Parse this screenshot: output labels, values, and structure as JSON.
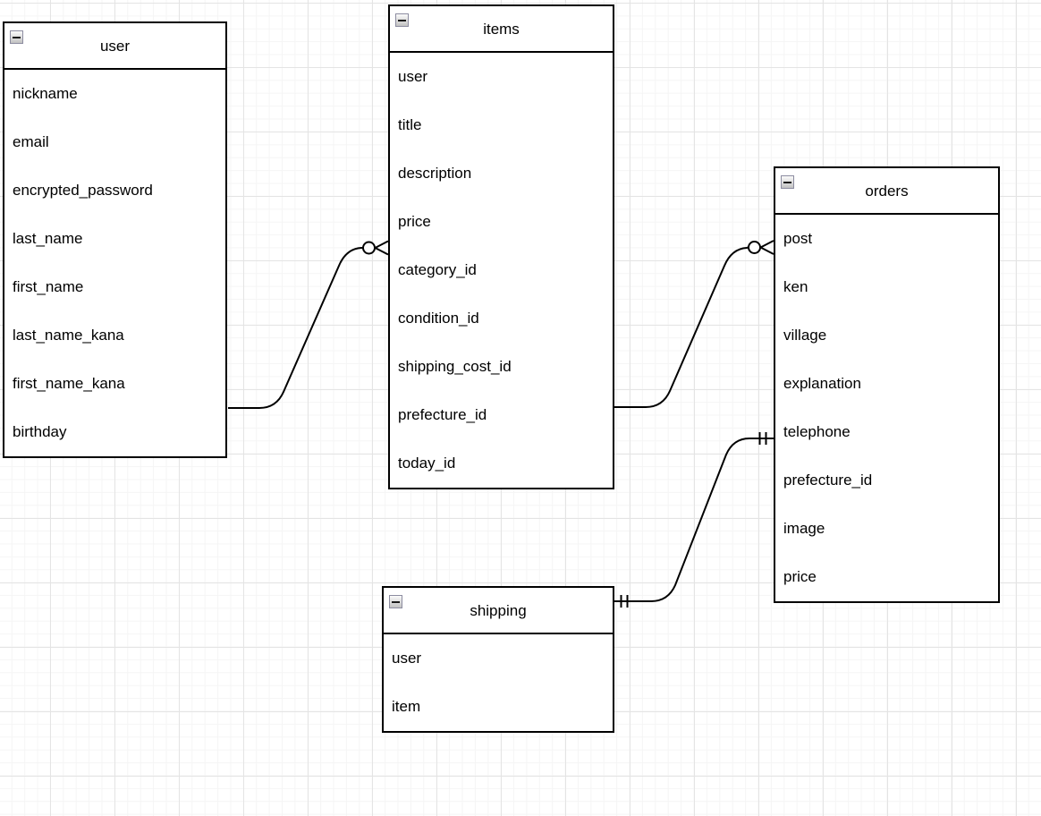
{
  "canvas": {
    "background_color": "#ffffff",
    "grid_minor_color": "#f5f5f5",
    "grid_major_color": "#e4e4e4",
    "stroke_color": "#000000",
    "entity_fill_color": "#ffffff"
  },
  "icons": {
    "collapse": "minus-icon"
  },
  "entities": [
    {
      "title": "user",
      "fields": [
        "nickname",
        "email",
        "encrypted_password",
        "last_name",
        "first_name",
        "last_name_kana",
        "first_name_kana",
        "birthday"
      ]
    },
    {
      "title": "items",
      "fields": [
        "user",
        "title",
        "description",
        "price",
        "category_id",
        "condition_id",
        "shipping_cost_id",
        "prefecture_id",
        "today_id"
      ]
    },
    {
      "title": "orders",
      "fields": [
        "post",
        "ken",
        "village",
        "explanation",
        "telephone",
        "prefecture_id",
        "image",
        "price"
      ]
    },
    {
      "title": "shipping",
      "fields": [
        "user",
        "item"
      ]
    }
  ],
  "relationships": [
    {
      "from": "user",
      "to": "items",
      "from_cardinality": "plain",
      "to_cardinality": "zero-or-many"
    },
    {
      "from": "items",
      "to": "orders",
      "from_cardinality": "plain",
      "to_cardinality": "zero-or-many"
    },
    {
      "from": "shipping",
      "to": "orders",
      "from_cardinality": "exactly-one",
      "to_cardinality": "exactly-one"
    }
  ]
}
